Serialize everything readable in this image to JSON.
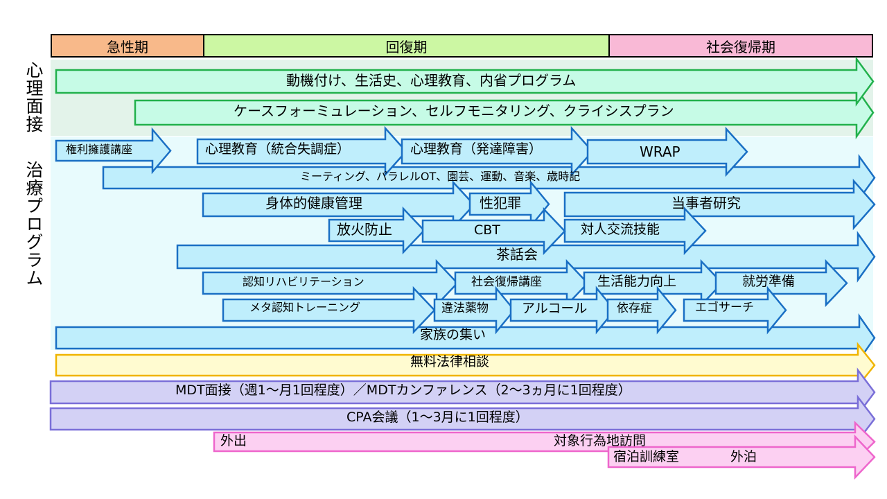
{
  "phases": [
    {
      "label": "急性期",
      "color": "#f8b98a"
    },
    {
      "label": "回復期",
      "color": "#ccf7a3"
    },
    {
      "label": "社会復帰期",
      "color": "#f9b9d6"
    }
  ],
  "side_labels": {
    "psych_interview": "心理面接",
    "treatment_program": "治療プログラム"
  },
  "arrows": {
    "motivation": "動機付け、生活史、心理教育、内省プログラム",
    "case_formulation": "ケースフォーミュレーション、セルフモニタリング、クライシスプラン",
    "rights_advocacy": "権利擁護講座",
    "psychoed_schizo": "心理教育（統合失調症）",
    "psychoed_dev": "心理教育（発達障害）",
    "wrap": "WRAP",
    "meeting": "ミーティング、パラレルOT、園芸、運動、音楽、歳時記",
    "physical_health": "身体的健康管理",
    "sexual_crime": "性犯罪",
    "tojisha": "当事者研究",
    "arson": "放火防止",
    "cbt": "CBT",
    "interpersonal": "対人交流技能",
    "tea": "茶話会",
    "cognitive_rehab": "認知リハビリテーション",
    "social_return": "社会復帰講座",
    "life_skills": "生活能力向上",
    "employment": "就労準備",
    "metacognitive": "メタ認知トレーニング",
    "illegal_drugs": "違法薬物",
    "alcohol": "アルコール",
    "dependency": "依存症",
    "ego_search": "エゴサーチ",
    "family": "家族の集い",
    "legal": "無料法律相談",
    "mdt": "MDT面接（週1〜月1回程度）／MDTカンファレンス（2〜3ヵ月に1回程度）",
    "cpa": "CPA会議（1〜3月に1回程度）",
    "outing": "外出",
    "site_visit": "対象行為地訪問",
    "overnight_room": "宿泊訓練室",
    "overnight": "外泊"
  },
  "colors": {
    "psych_band": "#e3f3ea",
    "treatment_band": "#e8fbfd",
    "green_fill": "#c6fbe6",
    "green_stroke": "#22b14c",
    "blue_fill": "#bfeefc",
    "blue_stroke": "#1a6fc4",
    "yellow_fill": "#fffbd0",
    "yellow_stroke": "#f0b400",
    "purple_fill": "#d3d1f5",
    "purple_stroke": "#7a6fd8",
    "pink_fill": "#fcd0f2",
    "pink_stroke": "#ee66cc"
  }
}
